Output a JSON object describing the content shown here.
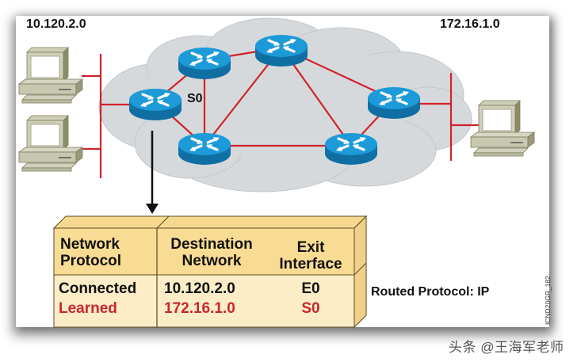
{
  "diagram": {
    "networks": {
      "left": "10.120.2.0",
      "right": "172.16.1.0"
    },
    "interface_label": "S0",
    "routers": [
      {
        "id": "r1",
        "role": "local-router"
      },
      {
        "id": "r2",
        "role": "router"
      },
      {
        "id": "r3",
        "role": "router"
      },
      {
        "id": "r4",
        "role": "router"
      },
      {
        "id": "r5",
        "role": "router"
      },
      {
        "id": "r6",
        "role": "edge-router-right"
      }
    ],
    "links": [
      [
        "r1",
        "r2"
      ],
      [
        "r1",
        "r3"
      ],
      [
        "r2",
        "r3"
      ],
      [
        "r2",
        "r4"
      ],
      [
        "r3",
        "r4"
      ],
      [
        "r3",
        "r5"
      ],
      [
        "r4",
        "r5"
      ],
      [
        "r4",
        "r6"
      ],
      [
        "r5",
        "r6"
      ]
    ],
    "hosts": [
      {
        "network": "10.120.2.0",
        "count": 2
      },
      {
        "network": "172.16.1.0",
        "count": 1
      }
    ],
    "colors": {
      "link": "#c8272c",
      "cloud": "#d7dadd",
      "router_top": "#1a95d4",
      "router_side": "#1172a6",
      "table_header": "#f9dc94",
      "table_body": "#fcedc7",
      "table_border": "#5a4a1e",
      "learned_text": "#c8272c"
    }
  },
  "routing_table": {
    "headers": {
      "protocol": [
        "Network",
        "Protocol"
      ],
      "destination": [
        "Destination",
        "Network"
      ],
      "exit": [
        "Exit",
        "Interface"
      ]
    },
    "rows": [
      {
        "protocol": "Connected",
        "destination": "10.120.2.0",
        "exit": "E0",
        "style": "connected"
      },
      {
        "protocol": "Learned",
        "destination": "172.16.1.0",
        "exit": "S0",
        "style": "learned"
      }
    ]
  },
  "routed_protocol": "Routed Protocol: IP",
  "figure_id": "ICND20GR_182",
  "watermark": "头条 @王海军老师"
}
